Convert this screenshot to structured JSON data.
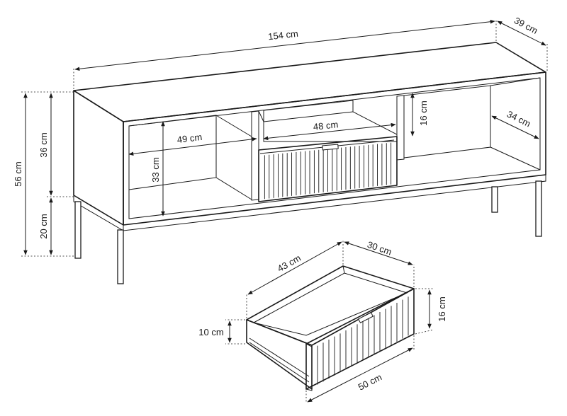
{
  "dimensions": {
    "total_width": "154 cm",
    "total_depth": "39 cm",
    "total_height": "56 cm",
    "cabinet_height": "36 cm",
    "leg_height": "20 cm",
    "side_compartment_width": "49 cm",
    "compartment_height": "33 cm",
    "center_shelf_width": "48 cm",
    "center_opening_height": "16 cm",
    "inner_depth": "34 cm"
  },
  "drawer_dimensions": {
    "inner_width": "43 cm",
    "inner_depth": "30 cm",
    "front_height": "16 cm",
    "side_height": "10 cm",
    "front_width": "50 cm"
  }
}
